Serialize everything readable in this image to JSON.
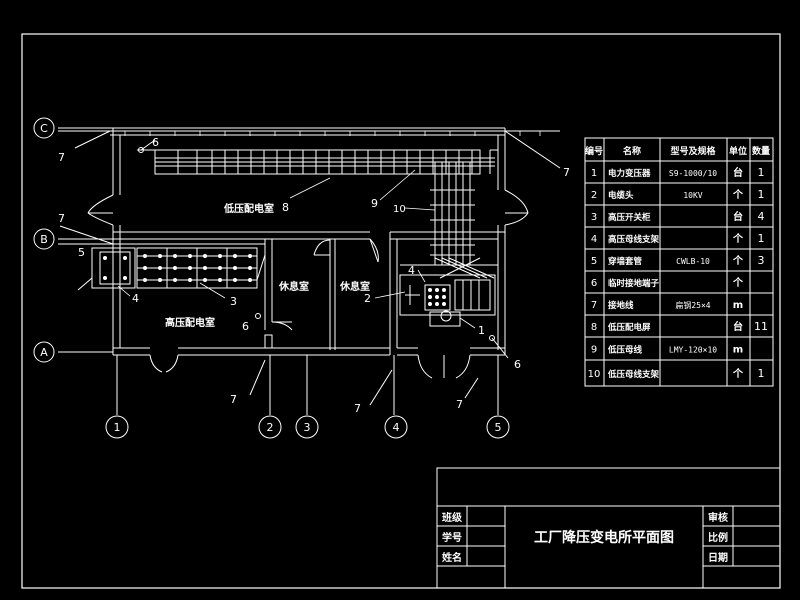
{
  "drawing": {
    "rooms": {
      "low_voltage_room": "低压配电室",
      "high_voltage_room": "高压配电室",
      "rest_room_1": "休息室",
      "rest_room_2": "休息室"
    },
    "axis_labels": {
      "row_c": "C",
      "row_b": "B",
      "row_a": "A",
      "col_1": "1",
      "col_2": "2",
      "col_3": "3",
      "col_4": "4",
      "col_5": "5"
    },
    "callouts": {
      "c1": "1",
      "c2": "2",
      "c3": "3",
      "c4a": "4",
      "c4b": "4",
      "c5": "5",
      "c6a": "6",
      "c6b": "6",
      "c6c": "6",
      "c7a": "7",
      "c7b": "7",
      "c7c": "7",
      "c7d": "7",
      "c7e": "7",
      "c7f": "7",
      "c8": "8",
      "c9": "9",
      "c10": "10"
    }
  },
  "legend": {
    "headers": {
      "no": "编号",
      "name": "名称",
      "model": "型号及规格",
      "unit": "单位",
      "qty": "数量"
    },
    "rows": [
      {
        "no": "1",
        "name": "电力变压器",
        "model": "S9-1000/10",
        "unit": "台",
        "qty": "1"
      },
      {
        "no": "2",
        "name": "电缆头",
        "model": "10KV",
        "unit": "个",
        "qty": "1"
      },
      {
        "no": "3",
        "name": "高压开关柜",
        "model": "",
        "unit": "台",
        "qty": "4"
      },
      {
        "no": "4",
        "name": "高压母线支架",
        "model": "",
        "unit": "个",
        "qty": "1"
      },
      {
        "no": "5",
        "name": "穿墙套管",
        "model": "CWLB-10",
        "unit": "个",
        "qty": "3"
      },
      {
        "no": "6",
        "name": "临时接地端子",
        "model": "",
        "unit": "个",
        "qty": ""
      },
      {
        "no": "7",
        "name": "接地线",
        "model": "扁钢25×4",
        "unit": "m",
        "qty": ""
      },
      {
        "no": "8",
        "name": "低压配电屏",
        "model": "",
        "unit": "台",
        "qty": "11"
      },
      {
        "no": "9",
        "name": "低压母线",
        "model": "LMY-120×10",
        "unit": "m",
        "qty": ""
      },
      {
        "no": "10",
        "name": "低压母线支架",
        "model": "",
        "unit": "个",
        "qty": "1"
      }
    ]
  },
  "title_block": {
    "title": "工厂降压变电所平面图",
    "left_labels": [
      "班级",
      "学号",
      "姓名"
    ],
    "right_labels": [
      "审核",
      "比例",
      "日期"
    ]
  }
}
